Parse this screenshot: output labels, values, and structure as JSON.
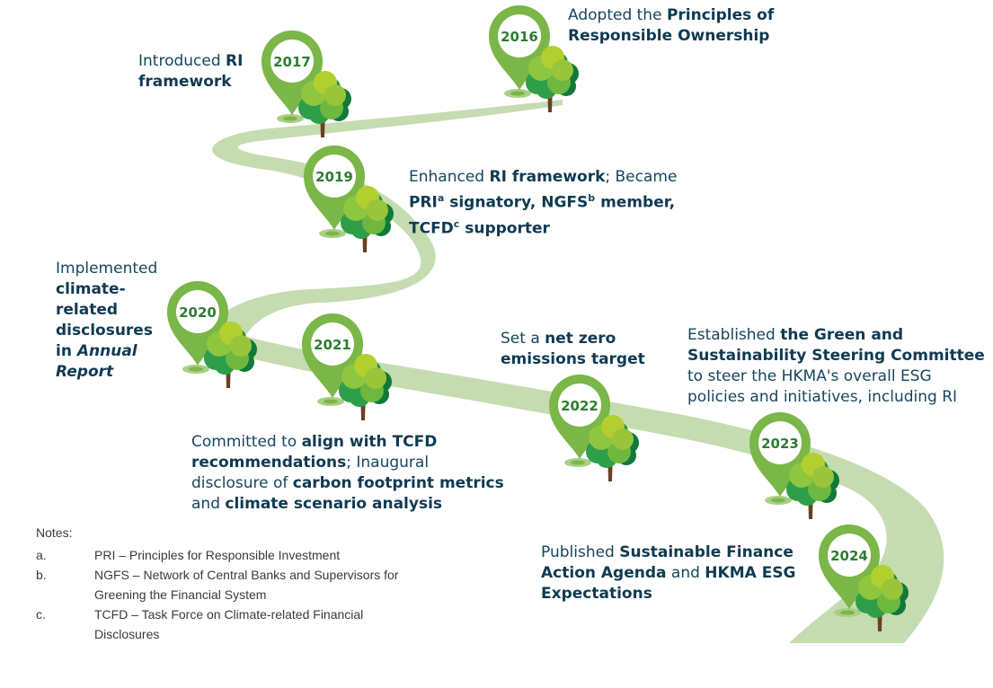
{
  "colors": {
    "path": "#c5dcb1",
    "pin": "#7ab648",
    "pin_dark": "#5e9934",
    "year_text": "#2e7d32",
    "heading_text": "#0f3a52",
    "body_text": "#17455c"
  },
  "milestones": [
    {
      "id": "2016",
      "year": "2016",
      "text": [
        {
          "t": "Adopted the "
        },
        {
          "t": "Principles of",
          "b": true
        },
        {
          "br": true
        },
        {
          "t": "Responsible Ownership",
          "b": true
        }
      ]
    },
    {
      "id": "2017",
      "year": "2017",
      "text": [
        {
          "t": "Introduced "
        },
        {
          "t": "RI",
          "b": true
        },
        {
          "br": true
        },
        {
          "t": "framework",
          "b": true
        }
      ]
    },
    {
      "id": "2019",
      "year": "2019",
      "text": [
        {
          "t": "Enhanced "
        },
        {
          "t": "RI framework",
          "b": true
        },
        {
          "t": "; Became"
        },
        {
          "br": true
        },
        {
          "t": "PRI",
          "b": true
        },
        {
          "t": "a",
          "b": true,
          "sup": true
        },
        {
          "t": " signatory, NGFS",
          "b": true
        },
        {
          "t": "b",
          "b": true,
          "sup": true
        },
        {
          "t": " member,",
          "b": true
        },
        {
          "br": true
        },
        {
          "t": "TCFD",
          "b": true
        },
        {
          "t": "c",
          "b": true,
          "sup": true
        },
        {
          "t": " supporter",
          "b": true
        }
      ]
    },
    {
      "id": "2020",
      "year": "2020",
      "text": [
        {
          "t": "Implemented"
        },
        {
          "br": true
        },
        {
          "t": "climate-",
          "b": true
        },
        {
          "br": true
        },
        {
          "t": "related",
          "b": true
        },
        {
          "br": true
        },
        {
          "t": "disclosures",
          "b": true
        },
        {
          "br": true
        },
        {
          "t": "in ",
          "b": true
        },
        {
          "t": "Annual",
          "b": true,
          "i": true
        },
        {
          "br": true
        },
        {
          "t": "Report",
          "b": true,
          "i": true
        }
      ]
    },
    {
      "id": "2021",
      "year": "2021",
      "text": [
        {
          "t": "Committed to "
        },
        {
          "t": "align with TCFD",
          "b": true
        },
        {
          "br": true
        },
        {
          "t": "recommendations",
          "b": true
        },
        {
          "t": "; Inaugural"
        },
        {
          "br": true
        },
        {
          "t": "disclosure of "
        },
        {
          "t": "carbon footprint metrics",
          "b": true
        },
        {
          "br": true
        },
        {
          "t": "and "
        },
        {
          "t": "climate scenario analysis",
          "b": true
        }
      ]
    },
    {
      "id": "2022",
      "year": "2022",
      "text": [
        {
          "t": "Set a "
        },
        {
          "t": "net zero",
          "b": true
        },
        {
          "br": true
        },
        {
          "t": "emissions target",
          "b": true
        }
      ]
    },
    {
      "id": "2023",
      "year": "2023",
      "text": [
        {
          "t": "Established "
        },
        {
          "t": "the Green and",
          "b": true
        },
        {
          "br": true
        },
        {
          "t": "Sustainability Steering Committee",
          "b": true
        },
        {
          "br": true
        },
        {
          "t": "to steer the HKMA's overall ESG"
        },
        {
          "br": true
        },
        {
          "t": "policies and initiatives, including RI"
        }
      ]
    },
    {
      "id": "2024",
      "year": "2024",
      "text": [
        {
          "t": "Published "
        },
        {
          "t": "Sustainable Finance",
          "b": true
        },
        {
          "br": true
        },
        {
          "t": "Action Agenda",
          "b": true
        },
        {
          "t": " and "
        },
        {
          "t": "HKMA ESG",
          "b": true
        },
        {
          "br": true
        },
        {
          "t": "Expectations",
          "b": true
        }
      ]
    }
  ],
  "notes": {
    "title": "Notes:",
    "items": [
      {
        "letter": "a.",
        "text": "PRI – Principles for Responsible Investment"
      },
      {
        "letter": "b.",
        "text": "NGFS – Network of Central Banks and Supervisors for Greening the Financial System"
      },
      {
        "letter": "c.",
        "text": "TCFD – Task Force on Climate-related Financial Disclosures"
      }
    ]
  }
}
